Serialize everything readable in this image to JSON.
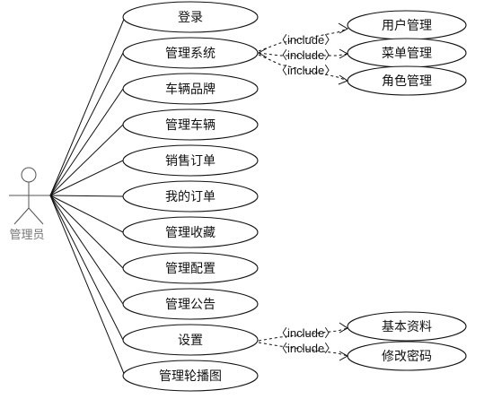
{
  "actor": {
    "label": "管理员"
  },
  "use_cases": [
    "登录",
    "管理系统",
    "车辆品牌",
    "管理车辆",
    "销售订单",
    "我的订单",
    "管理收藏",
    "管理配置",
    "管理公告",
    "设置",
    "管理轮播图"
  ],
  "system_includes": {
    "labels": [
      "〈include〉",
      "〈include〉",
      "〈include〉"
    ],
    "targets": [
      "用户管理",
      "菜单管理",
      "角色管理"
    ]
  },
  "settings_includes": {
    "labels": [
      "〈include〉",
      "〈include〉"
    ],
    "targets": [
      "基本资料",
      "修改密码"
    ]
  }
}
